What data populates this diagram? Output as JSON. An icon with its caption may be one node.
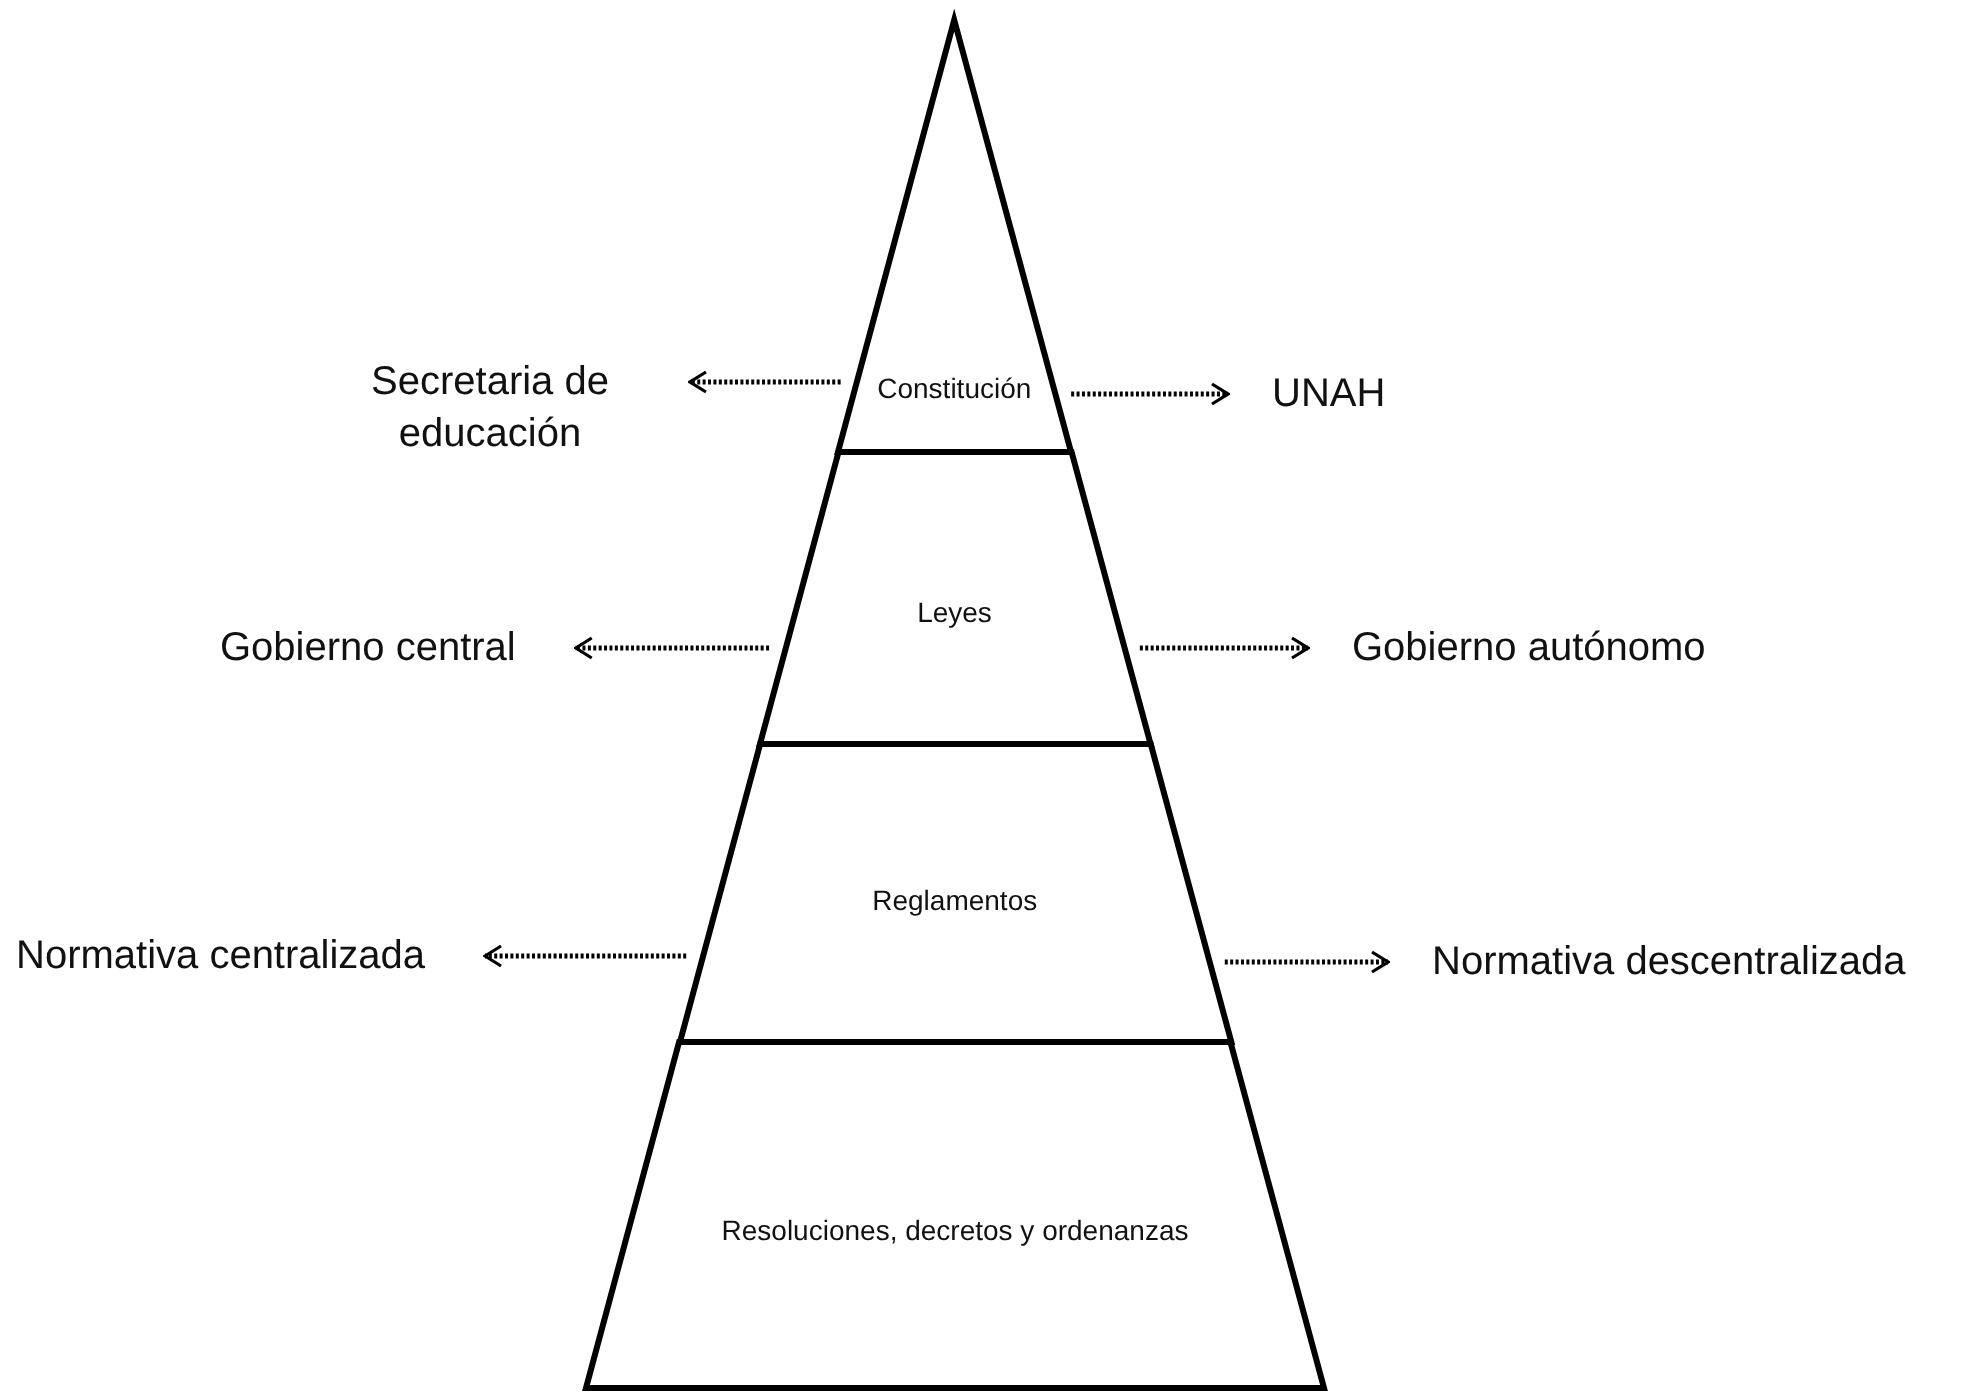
{
  "diagram": {
    "nodes": [
      {
        "text": [
          "Constitución"
        ]
      },
      {
        "text": [
          "Leyes"
        ]
      },
      {
        "text": [
          "Reglamentos"
        ]
      },
      {
        "text": [
          "Resoluciones, decretos y ordenanzas"
        ]
      },
      {
        "text": [
          "Secretaria de educación"
        ]
      },
      {
        "text": [
          "UNAH"
        ]
      },
      {
        "text": [
          "Gobierno central"
        ]
      },
      {
        "text": [
          "Gobierno autónomo"
        ]
      },
      {
        "text": [
          "Normativa centralizada"
        ]
      },
      {
        "text": [
          "Normativa descentralizada"
        ]
      }
    ],
    "edges": [
      {
        "from": 0,
        "to": 4,
        "arrow": "to",
        "style": "dashed"
      },
      {
        "from": 0,
        "to": 5,
        "arrow": "to",
        "style": "dashed"
      },
      {
        "from": 1,
        "to": 6,
        "arrow": "to",
        "style": "dashed"
      },
      {
        "from": 1,
        "to": 7,
        "arrow": "to",
        "style": "dashed"
      },
      {
        "from": 2,
        "to": 8,
        "arrow": "to",
        "style": "dashed"
      },
      {
        "from": 2,
        "to": 9,
        "arrow": "to",
        "style": "dashed"
      }
    ]
  }
}
